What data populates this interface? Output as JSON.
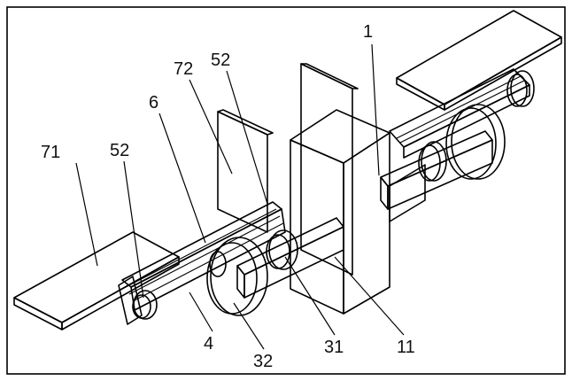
{
  "labels": {
    "body_main": "1",
    "arm_lower": "11",
    "wheel_small": "31",
    "wheel_large": "32",
    "roller_near": "4",
    "belt_left": "6",
    "pulley_left": "52",
    "pulley_mid": "52",
    "plate_left": "71",
    "plate_upright": "72"
  },
  "colors": {
    "line": "#000000",
    "face_light": "#f4f4f4",
    "face_mid": "#e0e0e0",
    "face_dark": "#c8c8c8",
    "background": "#ffffff"
  }
}
